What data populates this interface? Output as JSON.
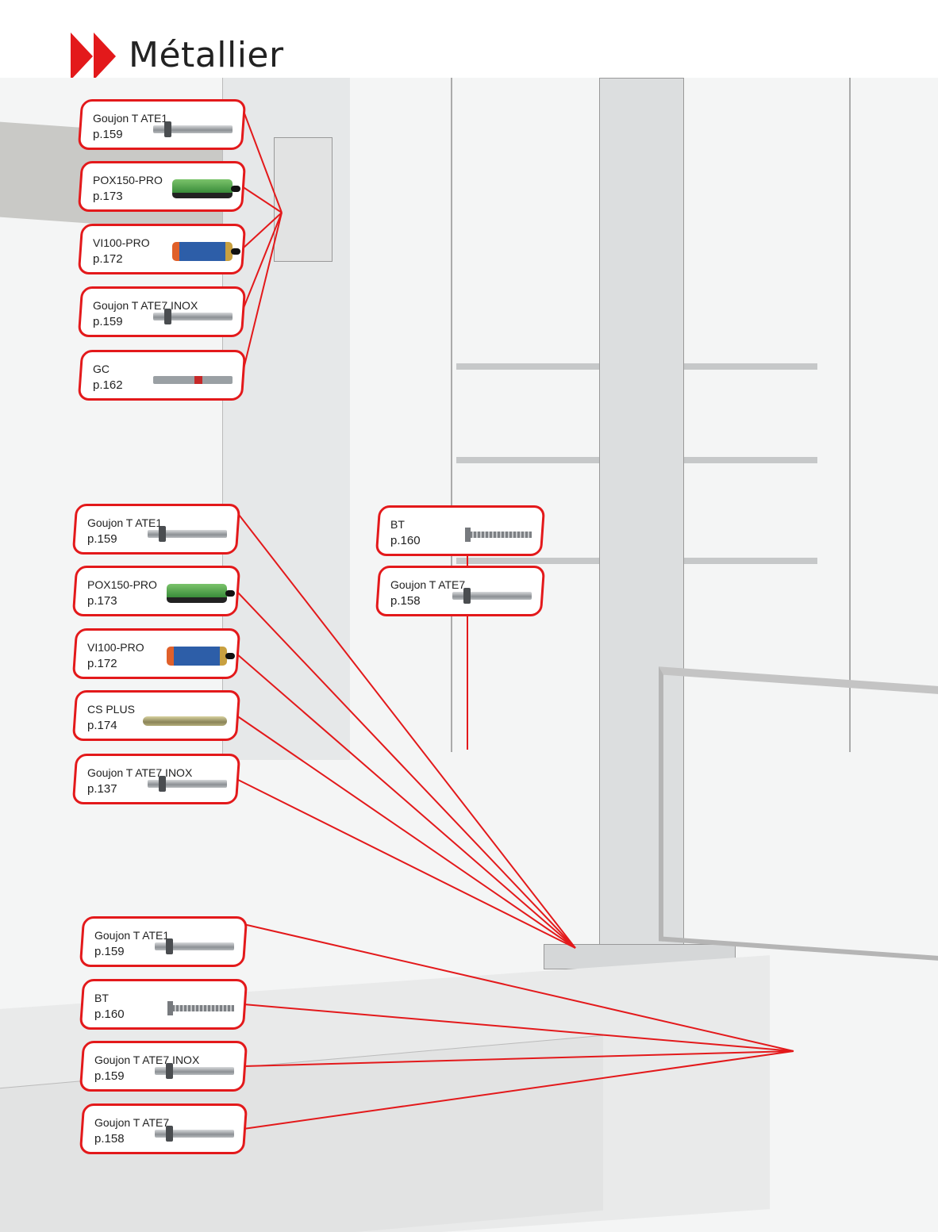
{
  "header": {
    "title": "Métallier",
    "accent_color": "#e3191b"
  },
  "groups": [
    {
      "id": "wall-bracket",
      "items": [
        {
          "name": "Goujon T ATE1",
          "page": "p.159",
          "icon": "anchor-bolt-icon"
        },
        {
          "name": "POX150-PRO",
          "page": "p.173",
          "icon": "green-cartridge-icon"
        },
        {
          "name": "VI100-PRO",
          "page": "p.172",
          "icon": "blue-cartridge-icon"
        },
        {
          "name": "Goujon T ATE7 INOX",
          "page": "p.159",
          "icon": "anchor-bolt-icon"
        },
        {
          "name": "GC",
          "page": "p.162",
          "icon": "gc-anchor-icon"
        }
      ]
    },
    {
      "id": "column-base",
      "items": [
        {
          "name": "Goujon T ATE1",
          "page": "p.159",
          "icon": "anchor-bolt-icon"
        },
        {
          "name": "POX150-PRO",
          "page": "p.173",
          "icon": "green-cartridge-icon"
        },
        {
          "name": "VI100-PRO",
          "page": "p.172",
          "icon": "blue-cartridge-icon"
        },
        {
          "name": "CS PLUS",
          "page": "p.174",
          "icon": "mesh-sleeve-icon"
        },
        {
          "name": "Goujon T ATE7 INOX",
          "page": "p.137",
          "icon": "anchor-bolt-icon"
        }
      ]
    },
    {
      "id": "shelf-post",
      "items": [
        {
          "name": "BT",
          "page": "p.160",
          "icon": "concrete-screw-icon"
        },
        {
          "name": "Goujon T ATE7",
          "page": "p.158",
          "icon": "anchor-bolt-icon"
        }
      ]
    },
    {
      "id": "stair-railing",
      "items": [
        {
          "name": "Goujon T ATE1",
          "page": "p.159",
          "icon": "anchor-bolt-icon"
        },
        {
          "name": "BT",
          "page": "p.160",
          "icon": "concrete-screw-icon"
        },
        {
          "name": "Goujon T ATE7 INOX",
          "page": "p.159",
          "icon": "anchor-bolt-icon"
        },
        {
          "name": "Goujon T ATE7",
          "page": "p.158",
          "icon": "anchor-bolt-icon"
        }
      ]
    }
  ]
}
